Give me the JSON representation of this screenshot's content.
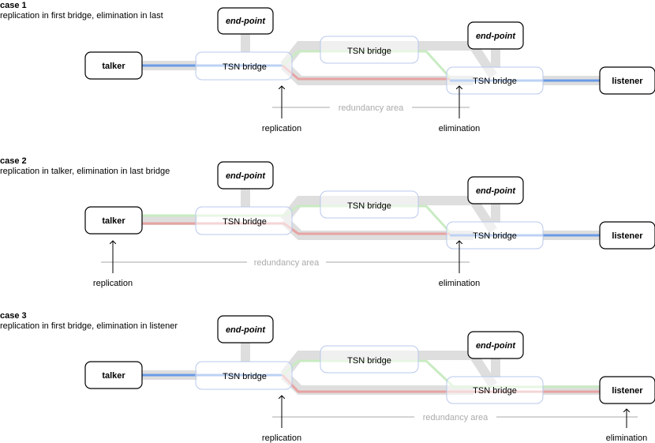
{
  "cases": [
    {
      "title": "case 1",
      "description": "replication in first bridge, elimination in last",
      "talker": "talker",
      "listener": "listener",
      "endpoint_left": "end-point",
      "endpoint_right": "end-point",
      "bridge_first": "TSN bridge",
      "bridge_top": "TSN bridge",
      "bridge_last": "TSN bridge",
      "redundancy_area": "redundancy area",
      "replication_label": "replication",
      "elimination_label": "elimination"
    },
    {
      "title": "case 2",
      "description": "replication in talker, elimination in last bridge",
      "talker": "talker",
      "listener": "listener",
      "endpoint_left": "end-point",
      "endpoint_right": "end-point",
      "bridge_first": "TSN bridge",
      "bridge_top": "TSN bridge",
      "bridge_last": "TSN bridge",
      "redundancy_area": "redundancy area",
      "replication_label": "replication",
      "elimination_label": "elimination"
    },
    {
      "title": "case 3",
      "description": "replication in first bridge, elimination in listener",
      "talker": "talker",
      "listener": "listener",
      "endpoint_left": "end-point",
      "endpoint_right": "end-point",
      "bridge_first": "TSN bridge",
      "bridge_top": "TSN bridge",
      "bridge_last": "TSN bridge",
      "redundancy_area": "redundancy area",
      "replication_label": "replication",
      "elimination_label": "elimination"
    }
  ],
  "colors": {
    "link": "#dedede",
    "blue": "#6a9be6",
    "green": "#c9ebc2",
    "red": "#e7a3a3",
    "bridge_border": "#b8c8ec",
    "area_line": "#aaaaaa"
  }
}
